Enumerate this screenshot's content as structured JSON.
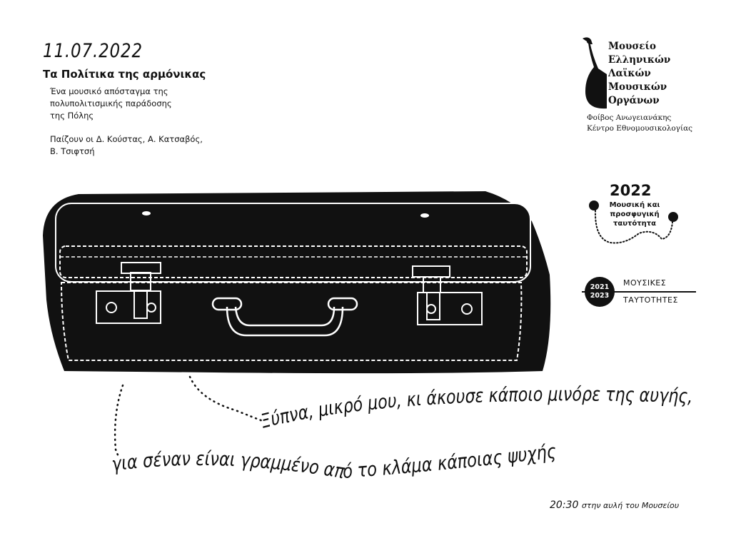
{
  "event": {
    "date": "11.07.2022",
    "title": "Τα Πολίτικα της αρμόνικας",
    "subtitle_lines": [
      "Ένα μουσικό απόσταγμα της",
      "πολυπολιτισμικής παράδοσης",
      "της Πόλης"
    ],
    "players_lines": [
      "Παίζουν οι Δ. Κούστας, Α. Κατσαβός,",
      "Β. Τσιφτσή"
    ]
  },
  "museum_logo": {
    "name_lines": [
      "Μουσείο",
      "Ελληνικών",
      "Λαϊκών",
      "Μουσικών",
      "Οργάνων"
    ],
    "center_lines": [
      "Φοίβος Ανωγειανάκης",
      "Κέντρο Εθνομουσικολογίας"
    ]
  },
  "theme_logo": {
    "year": "2022",
    "lines": [
      "Μουσική και",
      "προσφυγική",
      "ταυτότητα"
    ]
  },
  "identities_logo": {
    "years": [
      "2021",
      "2023"
    ],
    "line1": "ΜΟΥΣΙΚΕΣ",
    "line2": "ΤΑΥΤΟΤΗΤΕΣ"
  },
  "lyrics": {
    "line1": "Ξύπνα, μικρό μου, κι άκουσε κάποιο μινόρε της αυγής,",
    "line2": "για σέναν είναι γραμμένο από το κλάμα κάποιας ψυχής"
  },
  "time_place": {
    "time": "20:30",
    "place": "στην αυλή του Μουσείου"
  },
  "colors": {
    "ink": "#111111",
    "paper": "#ffffff"
  }
}
